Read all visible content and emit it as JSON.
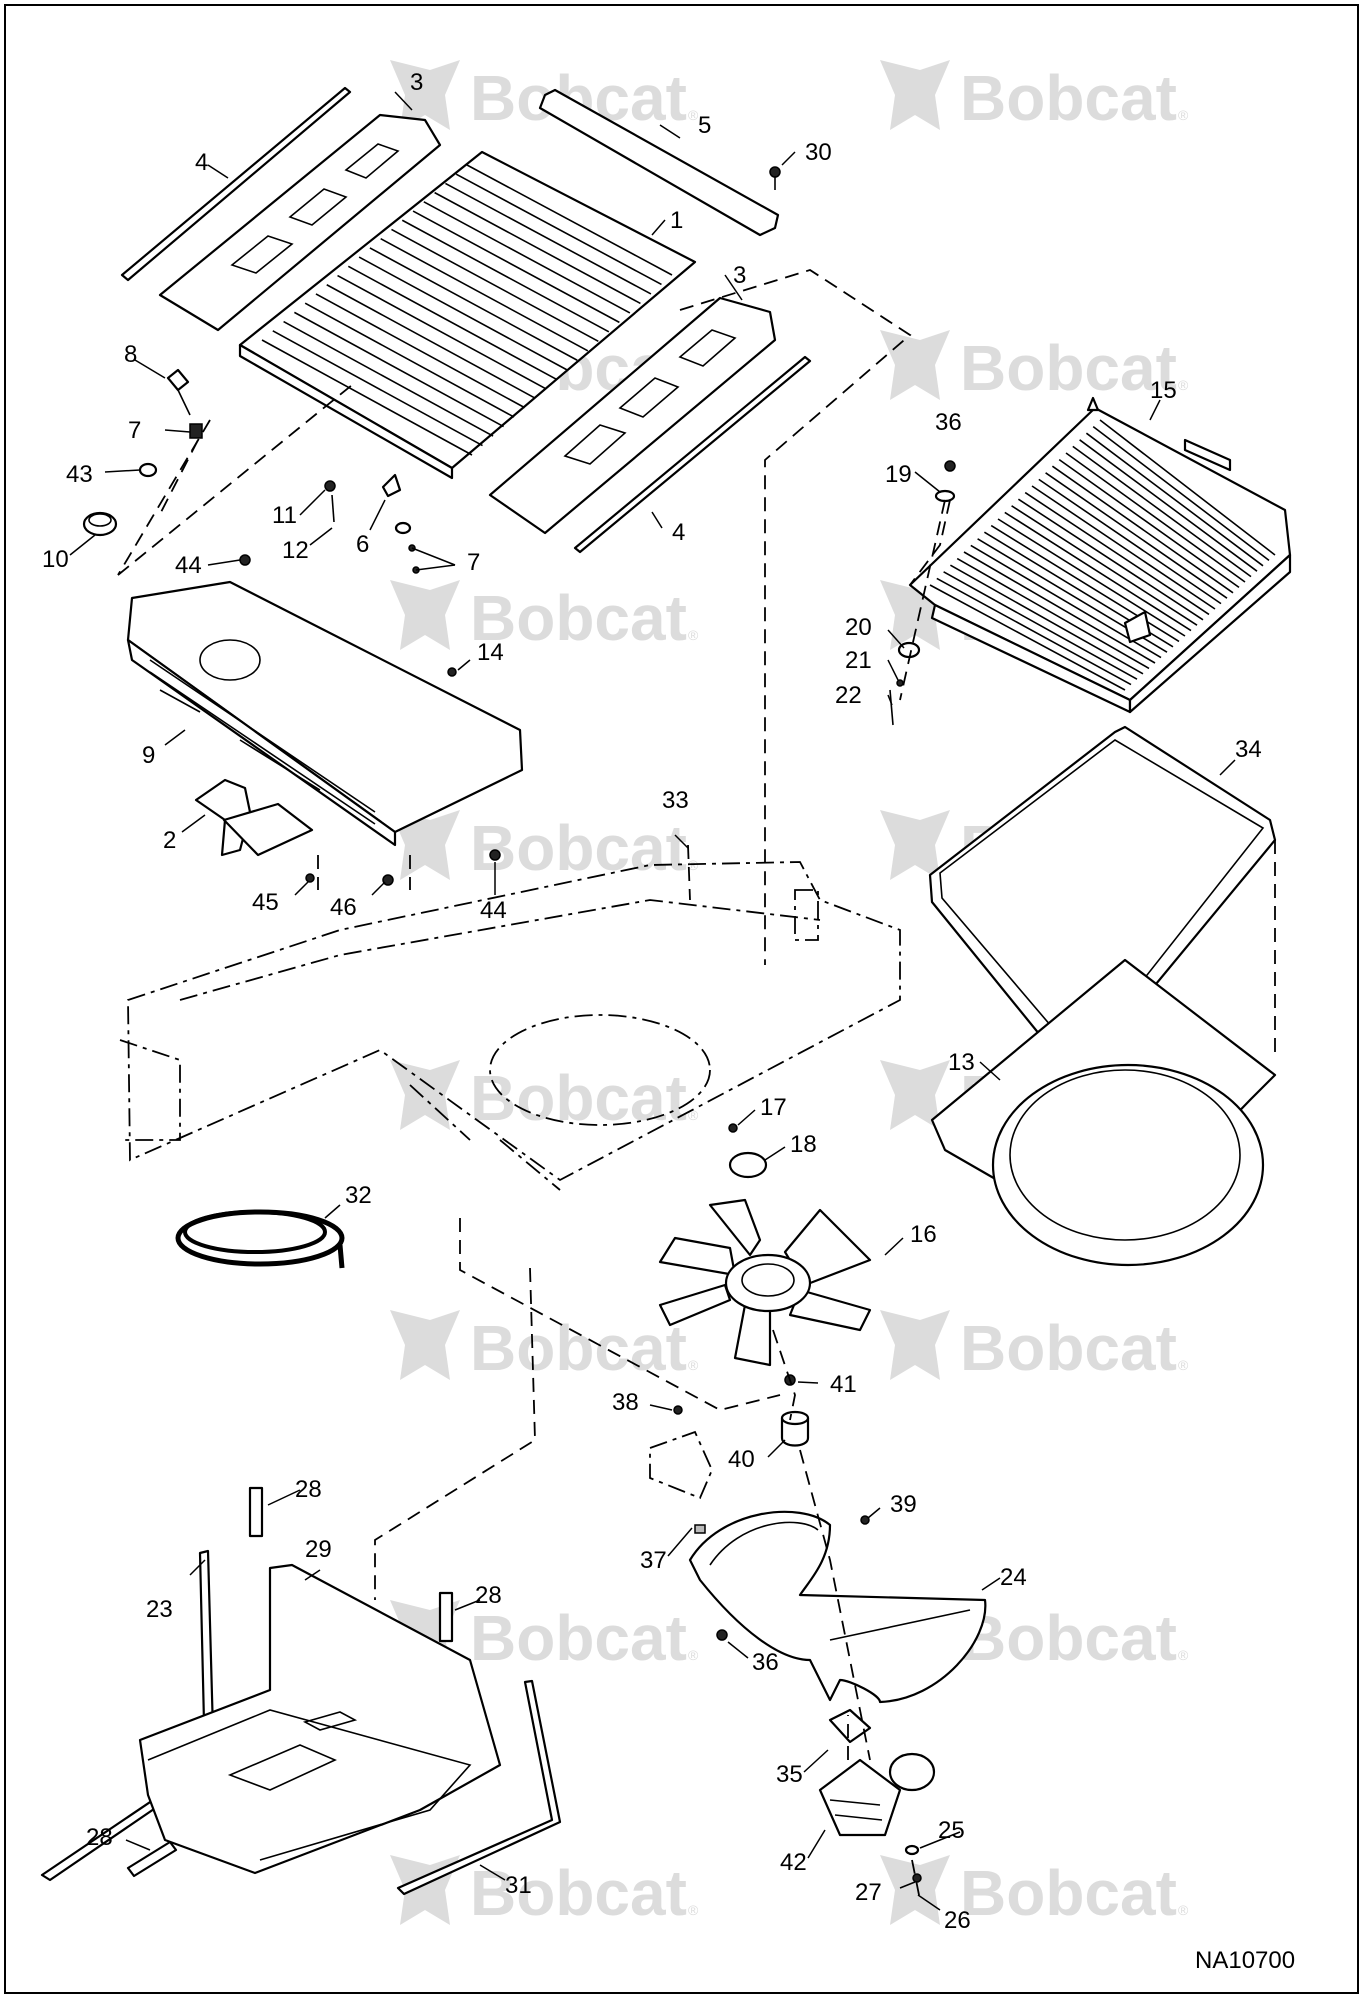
{
  "diagram": {
    "watermark_text": "Bobcat",
    "watermark_mark": "®",
    "reference_code": "NA10700",
    "callout_labels": [
      "1",
      "2",
      "3",
      "4",
      "5",
      "6",
      "7",
      "8",
      "9",
      "10",
      "11",
      "12",
      "13",
      "14",
      "15",
      "16",
      "17",
      "18",
      "19",
      "20",
      "21",
      "22",
      "23",
      "24",
      "25",
      "26",
      "27",
      "28",
      "29",
      "30",
      "31",
      "32",
      "33",
      "34",
      "35",
      "36",
      "37",
      "38",
      "39",
      "40",
      "41",
      "42",
      "43",
      "44",
      "45",
      "46"
    ],
    "colors": {
      "line": "#000000",
      "watermark": "#dcdcdc",
      "background": "#ffffff"
    }
  }
}
